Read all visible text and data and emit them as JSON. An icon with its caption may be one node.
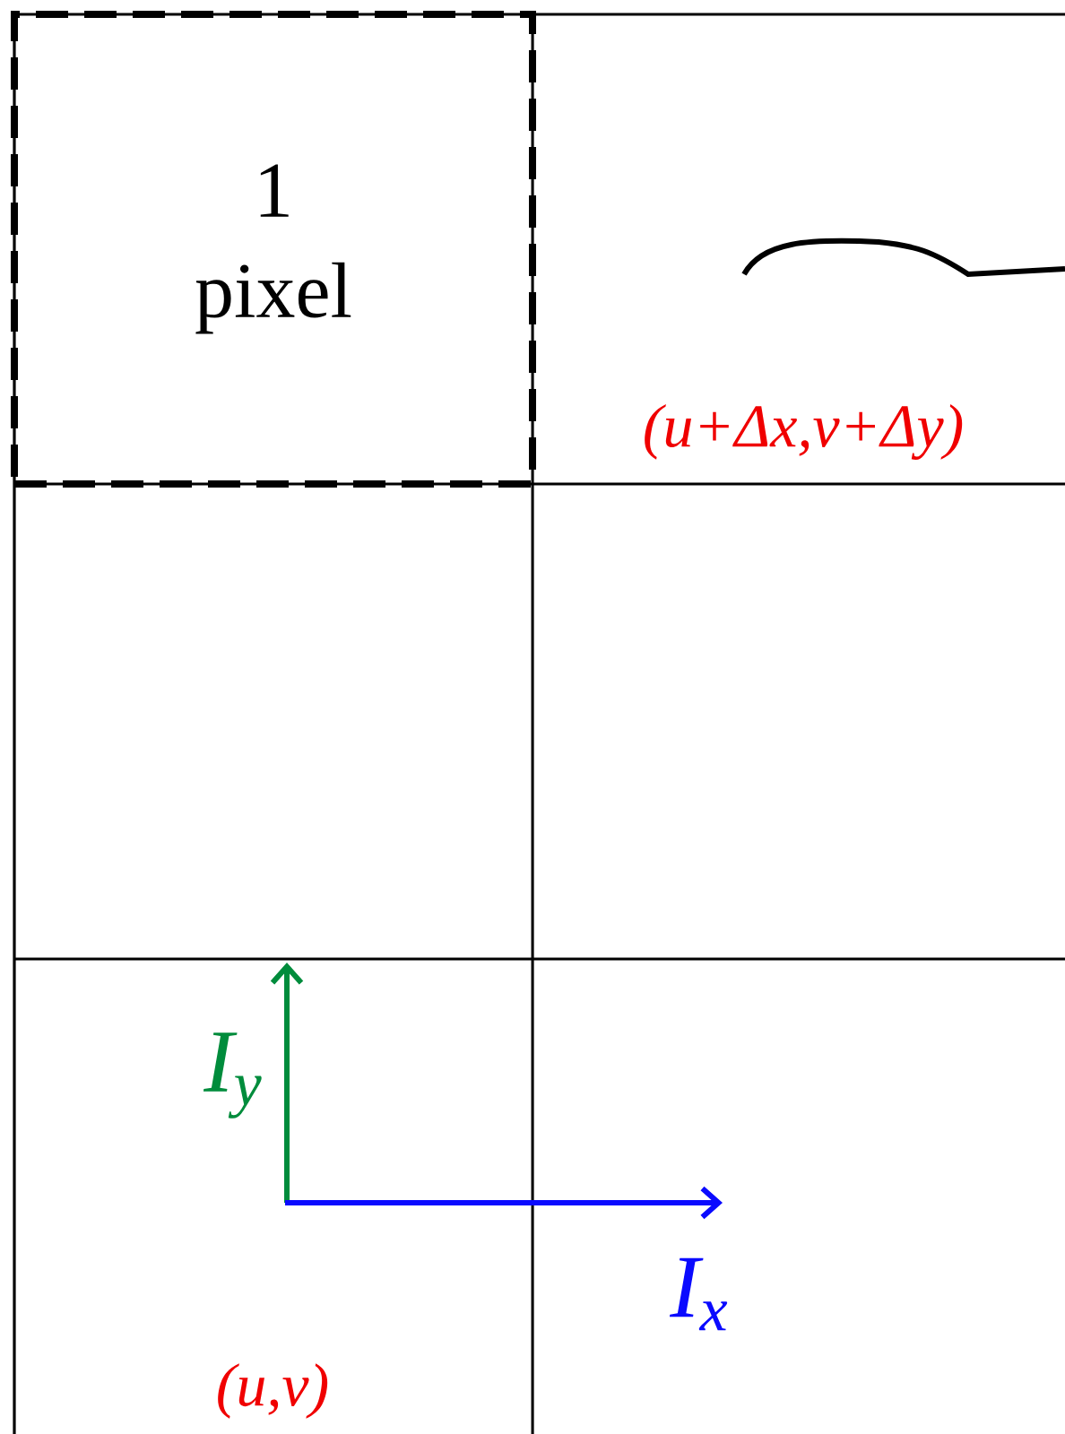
{
  "diagram": {
    "nodes": [
      {
        "text": [
          "1 pixel"
        ]
      }
    ],
    "labels": [
      "(u+Δx,v+Δy)",
      "I$_{y}$",
      "I$_{x}$",
      "(u,v)"
    ]
  }
}
